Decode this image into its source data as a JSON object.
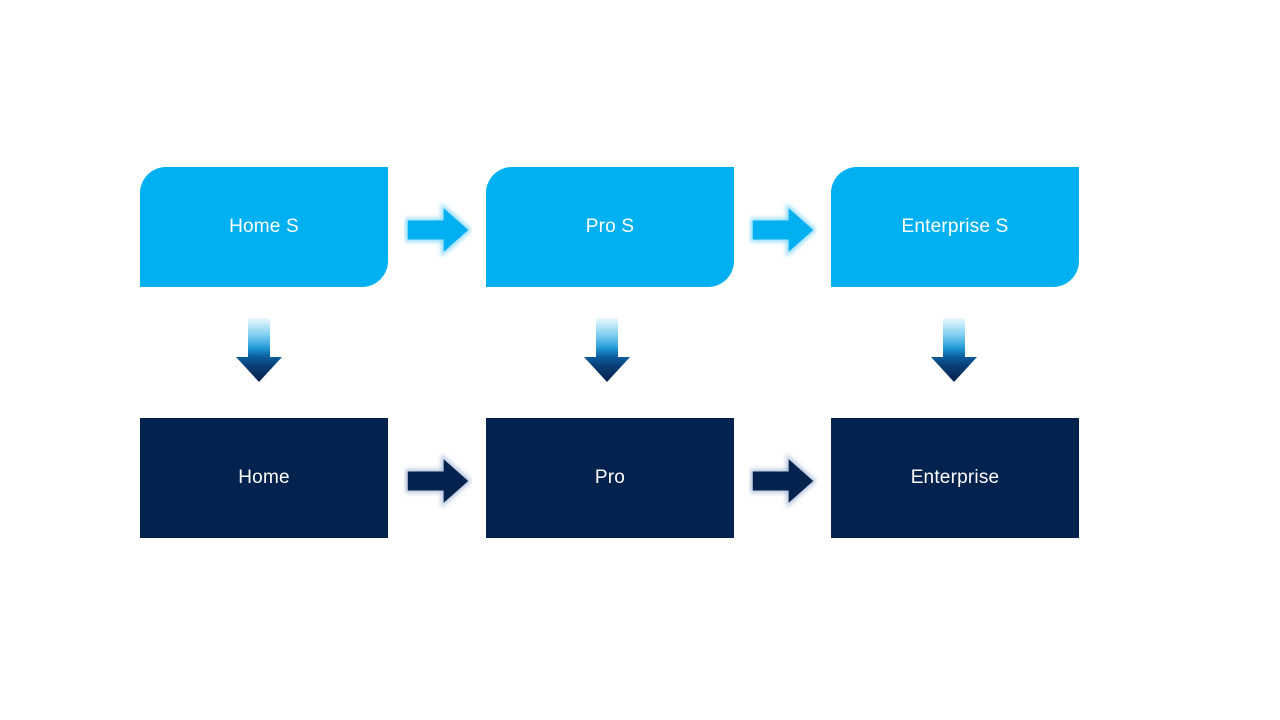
{
  "diagram": {
    "title": "",
    "background_color": "#ffffff",
    "palette": {
      "smode_blue": "#00b0f0",
      "full_navy": "#03224e",
      "blue_arrow_glow": "#8edcf8",
      "navy_arrow_glow": "#b4c3de",
      "down_arrow_gradient_top": "#eef9fe",
      "down_arrow_gradient_mid": "#1f96d5",
      "down_arrow_gradient_bottom": "#03204b",
      "label_text": "#ffffff"
    },
    "top_row": {
      "items": [
        {
          "label": "Home S"
        },
        {
          "label": "Pro S"
        },
        {
          "label": "Enterprise S"
        }
      ]
    },
    "bottom_row": {
      "items": [
        {
          "label": "Home"
        },
        {
          "label": "Pro"
        },
        {
          "label": "Enterprise"
        }
      ]
    },
    "connectors": {
      "horizontal_top": "right-arrow",
      "horizontal_bottom": "right-arrow",
      "vertical": "down-arrow"
    }
  }
}
